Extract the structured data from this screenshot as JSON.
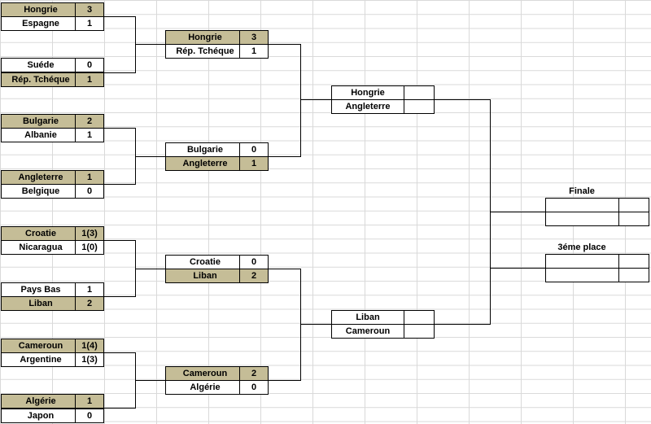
{
  "r1": [
    [
      {
        "team": "Hongrie",
        "score": "3",
        "win": true
      },
      {
        "team": "Espagne",
        "score": "1",
        "win": false
      }
    ],
    [
      {
        "team": "Suéde",
        "score": "0",
        "win": false
      },
      {
        "team": "Rép. Tchéque",
        "score": "1",
        "win": true
      }
    ],
    [
      {
        "team": "Bulgarie",
        "score": "2",
        "win": true
      },
      {
        "team": "Albanie",
        "score": "1",
        "win": false
      }
    ],
    [
      {
        "team": "Angleterre",
        "score": "1",
        "win": true
      },
      {
        "team": "Belgique",
        "score": "0",
        "win": false
      }
    ],
    [
      {
        "team": "Croatie",
        "score": "1(3)",
        "win": true
      },
      {
        "team": "Nicaragua",
        "score": "1(0)",
        "win": false
      }
    ],
    [
      {
        "team": "Pays Bas",
        "score": "1",
        "win": false
      },
      {
        "team": "Liban",
        "score": "2",
        "win": true
      }
    ],
    [
      {
        "team": "Cameroun",
        "score": "1(4)",
        "win": true
      },
      {
        "team": "Argentine",
        "score": "1(3)",
        "win": false
      }
    ],
    [
      {
        "team": "Algérie",
        "score": "1",
        "win": true
      },
      {
        "team": "Japon",
        "score": "0",
        "win": false
      }
    ]
  ],
  "r2": [
    [
      {
        "team": "Hongrie",
        "score": "3",
        "win": true
      },
      {
        "team": "Rép. Tchéque",
        "score": "1",
        "win": false
      }
    ],
    [
      {
        "team": "Bulgarie",
        "score": "0",
        "win": false
      },
      {
        "team": "Angleterre",
        "score": "1",
        "win": true
      }
    ],
    [
      {
        "team": "Croatie",
        "score": "0",
        "win": false
      },
      {
        "team": "Liban",
        "score": "2",
        "win": true
      }
    ],
    [
      {
        "team": "Cameroun",
        "score": "2",
        "win": true
      },
      {
        "team": "Algérie",
        "score": "0",
        "win": false
      }
    ]
  ],
  "r3": [
    [
      {
        "team": "Hongrie",
        "score": "",
        "win": false
      },
      {
        "team": "Angleterre",
        "score": "",
        "win": false
      }
    ],
    [
      {
        "team": "Liban",
        "score": "",
        "win": false
      },
      {
        "team": "Cameroun",
        "score": "",
        "win": false
      }
    ]
  ],
  "finale": {
    "title": "Finale",
    "rows": [
      {
        "team": "",
        "score": ""
      },
      {
        "team": "",
        "score": ""
      }
    ]
  },
  "third": {
    "title": "3éme place",
    "rows": [
      {
        "team": "",
        "score": ""
      },
      {
        "team": "",
        "score": ""
      }
    ]
  }
}
